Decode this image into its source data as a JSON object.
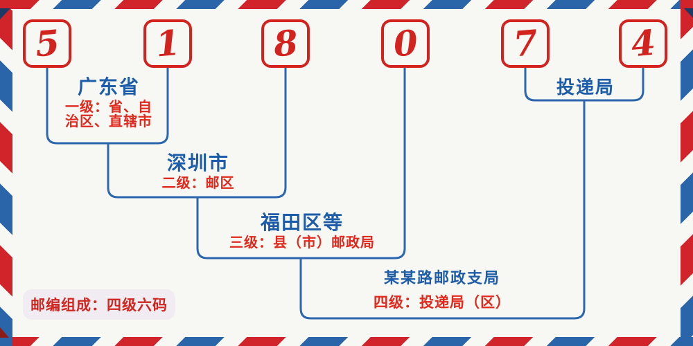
{
  "postal_code": {
    "value": "518074",
    "digits": [
      "5",
      "1",
      "8",
      "0",
      "7",
      "4"
    ]
  },
  "levels": [
    {
      "name": "level-1",
      "title": "广东省",
      "subtitle_lines": [
        "一级：省、自",
        "治区、直辖市"
      ]
    },
    {
      "name": "level-2",
      "title": "深圳市",
      "subtitle_lines": [
        "二级：邮区"
      ]
    },
    {
      "name": "level-3",
      "title": "福田区等",
      "subtitle_lines": [
        "三级：县（市）邮政局"
      ]
    },
    {
      "name": "level-4",
      "title": "某某路邮政支局",
      "subtitle_lines": [
        "四级：投递局（区）"
      ]
    }
  ],
  "delivery_office_label": "投递局",
  "footer_badge": "邮编组成：四级六码",
  "colors": {
    "postal_red": "#d2231e",
    "stripe_red": "#d0232a",
    "stripe_blue": "#2a64a9",
    "title_blue": "#1d5ca8",
    "subtitle_red": "#e0281c",
    "line_blue": "#2b66ae",
    "background": "#f7f8f3",
    "badge_background": "#f1ecf2"
  }
}
